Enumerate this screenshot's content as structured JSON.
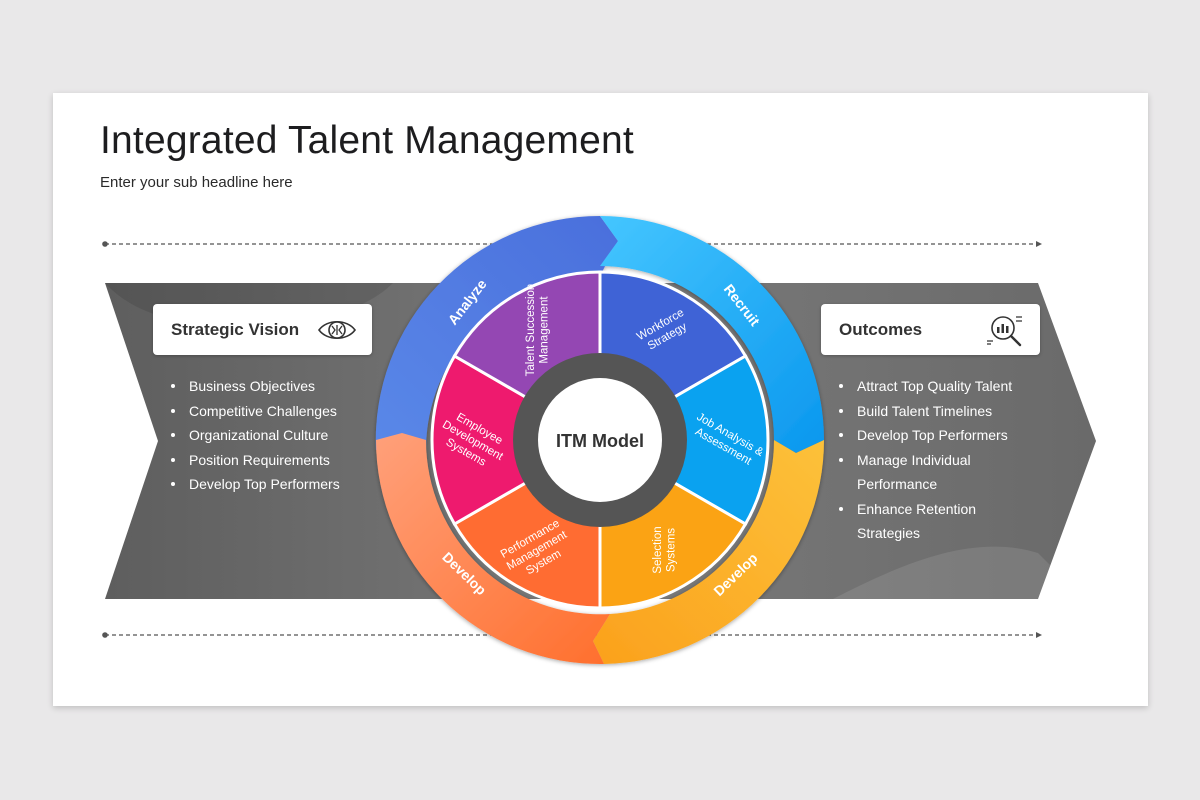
{
  "header": {
    "title": "Integrated Talent Management",
    "subtitle": "Enter your sub headline here"
  },
  "left_panel": {
    "card_label": "Strategic Vision",
    "icon": "vision-eye-icon",
    "items": [
      "Business Objectives",
      "Competitive Challenges",
      "Organizational Culture",
      "Position Requirements",
      "Develop Top Performers"
    ]
  },
  "right_panel": {
    "card_label": "Outcomes",
    "icon": "analytics-magnifier-icon",
    "items": [
      "Attract Top Quality Talent",
      "Build Talent Timelines",
      "Develop Top Performers",
      "Manage Individual Performance",
      "Enhance Retention Strategies"
    ]
  },
  "cycle": {
    "center_label": "ITM Model",
    "outer_stages": [
      {
        "label": "Analyze",
        "color": "#4c7be0"
      },
      {
        "label": "Recruit",
        "color": "#1aa8f5"
      },
      {
        "label": "Develop",
        "color": "#fbb02c"
      },
      {
        "label": "Develop",
        "color": "#ff7a3d"
      }
    ],
    "inner_segments": [
      {
        "lines": [
          "Workforce",
          "Strategy"
        ],
        "color": "#3f63d6"
      },
      {
        "lines": [
          "Job Analysis &",
          "Assessment"
        ],
        "color": "#0aa2f0"
      },
      {
        "lines": [
          "Selection",
          "Systems"
        ],
        "color": "#fba314"
      },
      {
        "lines": [
          "Performance",
          "Management",
          "System"
        ],
        "color": "#ff6c32"
      },
      {
        "lines": [
          "Employee",
          "Development",
          "Systems"
        ],
        "color": "#ee1a6e"
      },
      {
        "lines": [
          "Talent Succession",
          "Management"
        ],
        "color": "#9447b3"
      }
    ]
  },
  "colors": {
    "arrow_band": "#6c6c6c",
    "background": "#e9e8e9"
  }
}
